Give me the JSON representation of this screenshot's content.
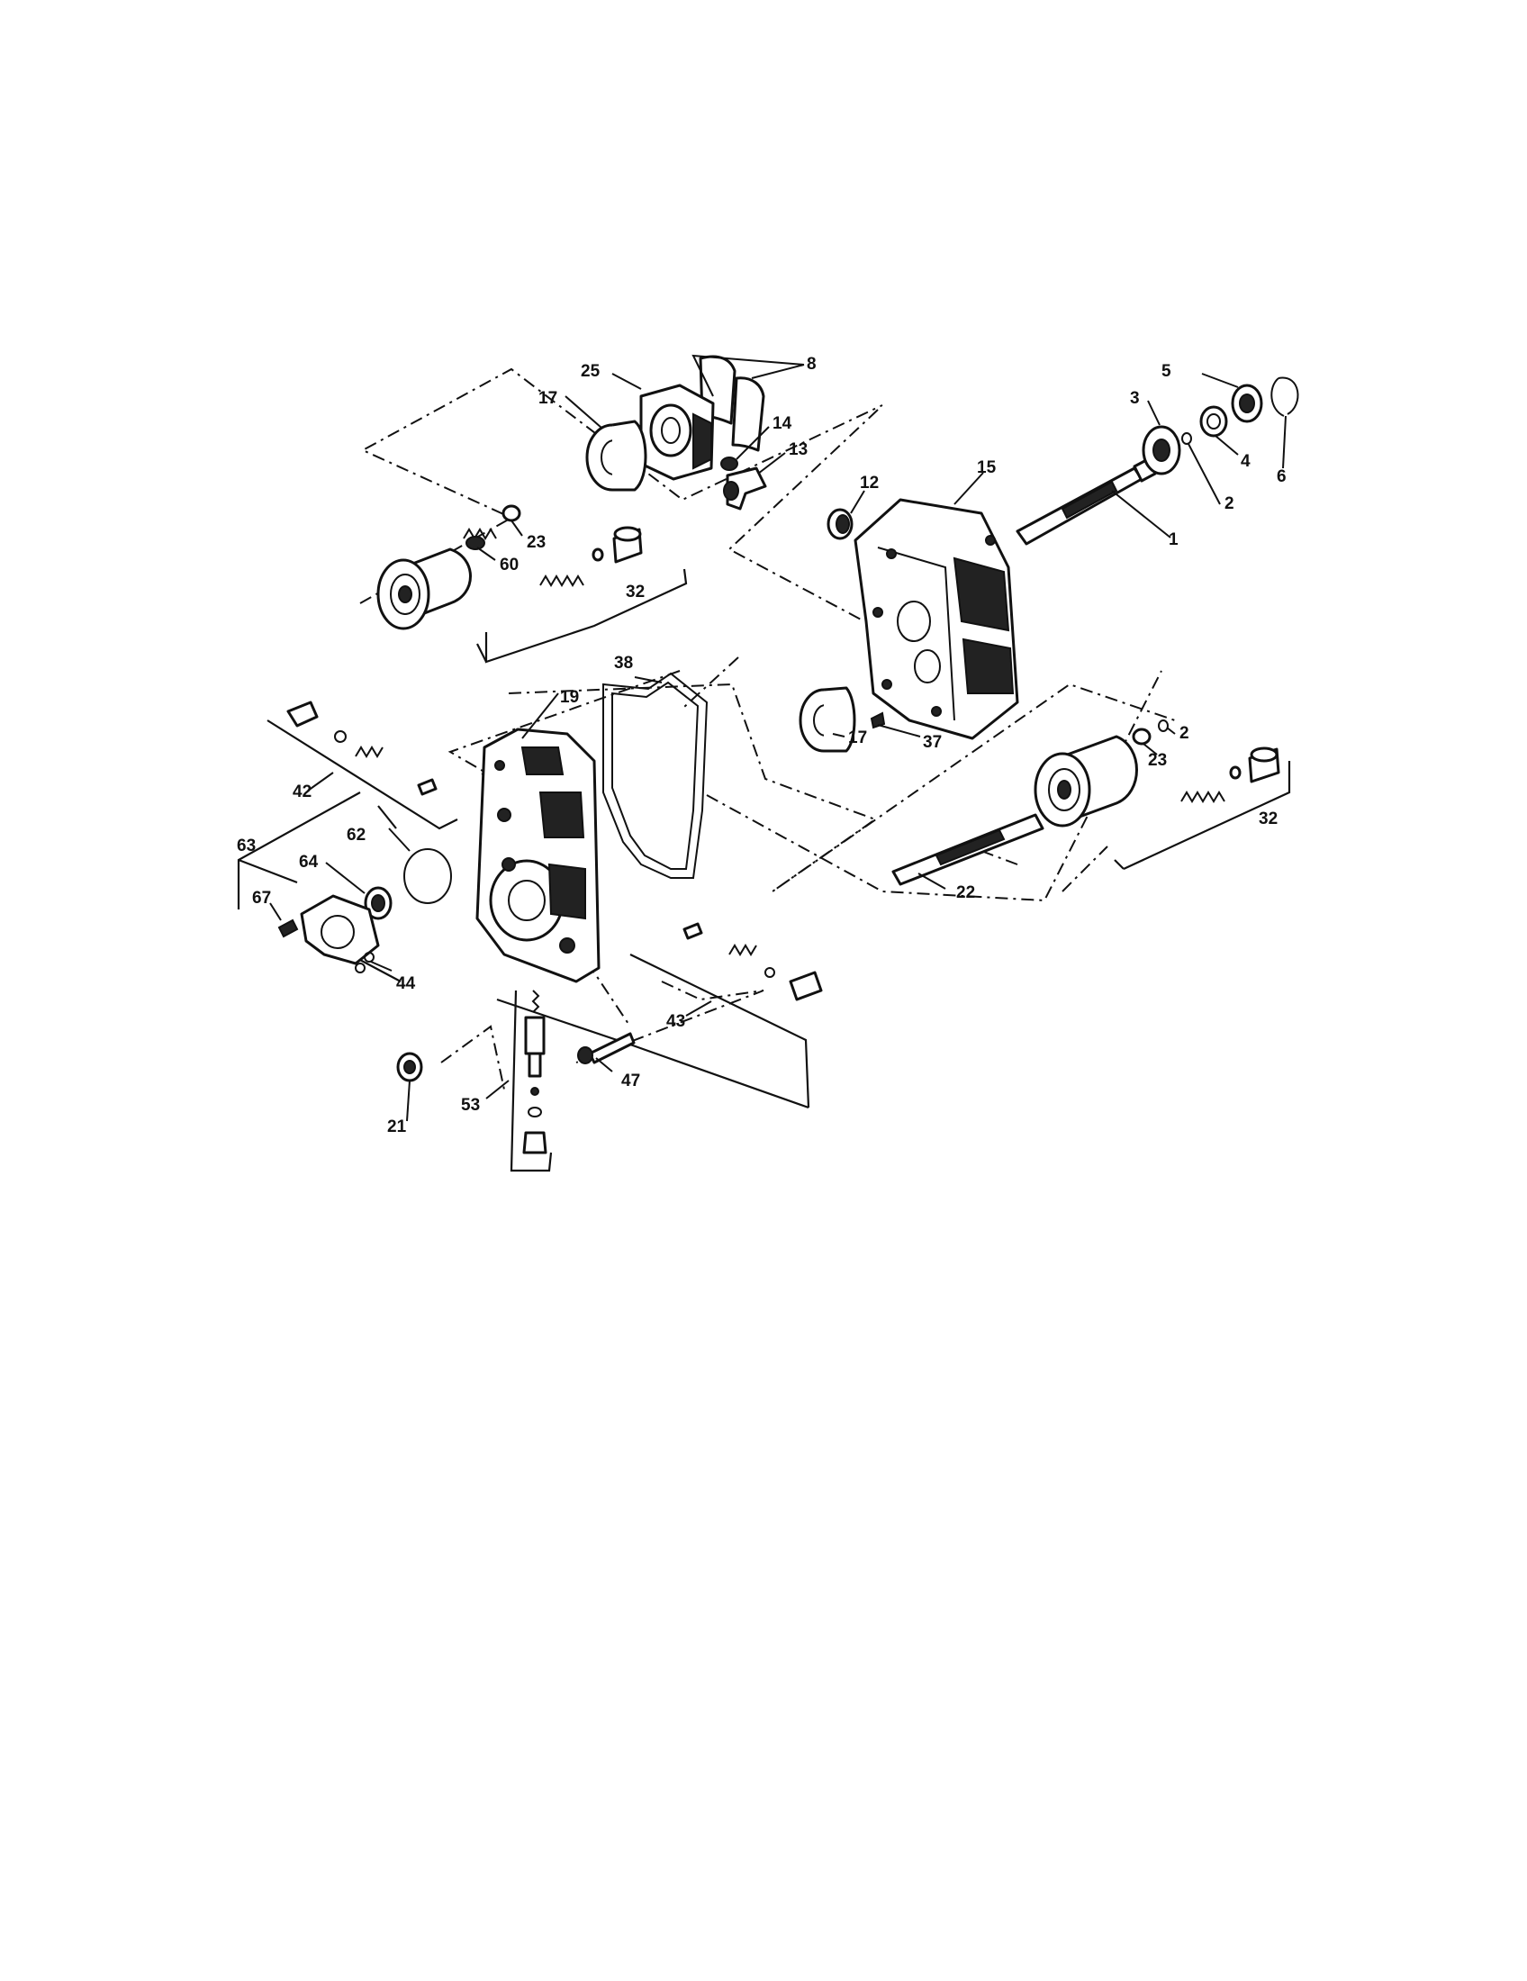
{
  "diagram": {
    "callouts": {
      "p1": "1",
      "p2a": "2",
      "p2b": "2",
      "p3": "3",
      "p4": "4",
      "p5": "5",
      "p6": "6",
      "p8": "8",
      "p12": "12",
      "p13": "13",
      "p14": "14",
      "p15": "15",
      "p17a": "17",
      "p17b": "17",
      "p19": "19",
      "p21": "21",
      "p22": "22",
      "p23a": "23",
      "p23b": "23",
      "p25": "25",
      "p32a": "32",
      "p32b": "32",
      "p37": "37",
      "p38": "38",
      "p42": "42",
      "p43": "43",
      "p44": "44",
      "p47": "47",
      "p53": "53",
      "p60": "60",
      "p62": "62",
      "p63": "63",
      "p64": "64",
      "p67": "67"
    }
  }
}
